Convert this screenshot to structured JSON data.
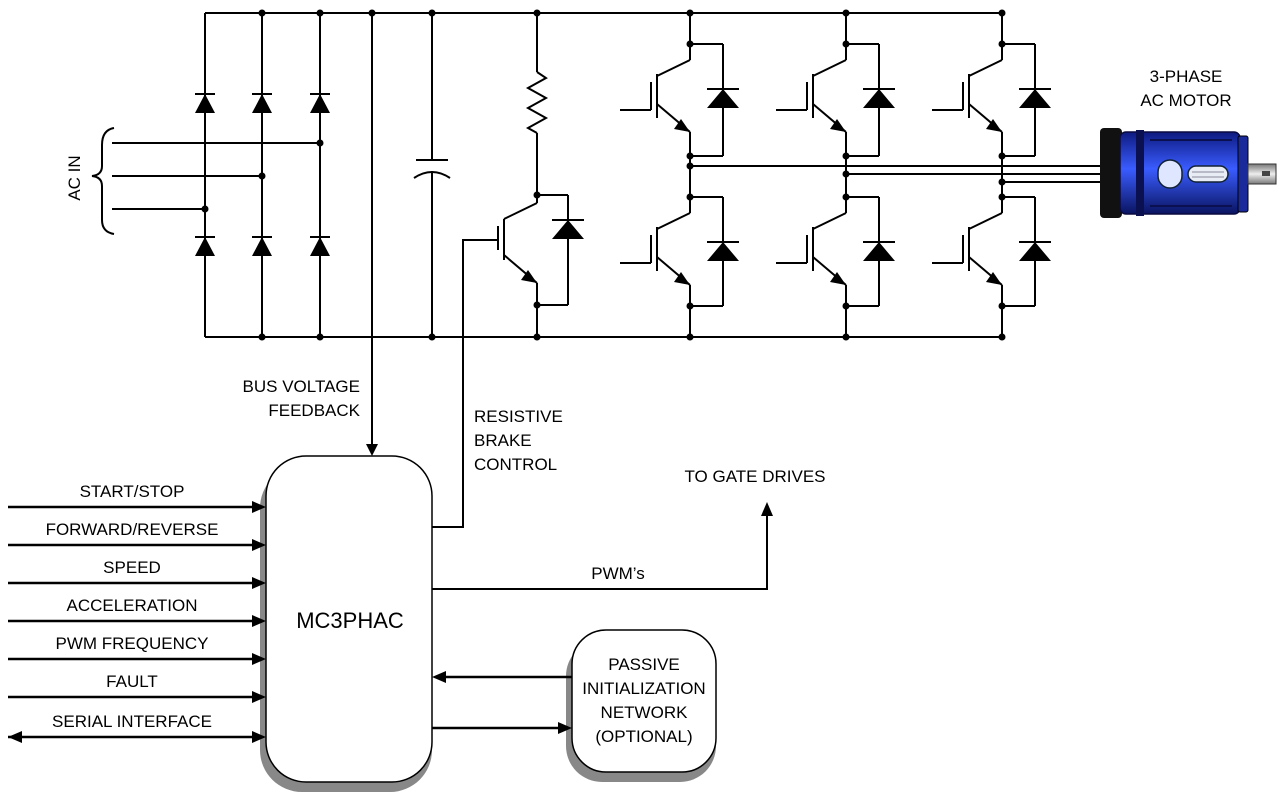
{
  "labels": {
    "ac_in": "AC IN",
    "motor_line1": "3-PHASE",
    "motor_line2": "AC MOTOR",
    "bus_voltage_line1": "BUS VOLTAGE",
    "bus_voltage_line2": "FEEDBACK",
    "brake_line1": "RESISTIVE",
    "brake_line2": "BRAKE",
    "brake_line3": "CONTROL",
    "gate_drives": "TO GATE DRIVES",
    "pwms": "PWM’s",
    "controller": "MC3PHAC",
    "passive_line1": "PASSIVE",
    "passive_line2": "INITIALIZATION",
    "passive_line3": "NETWORK",
    "passive_line4": "(OPTIONAL)"
  },
  "inputs": [
    "START/STOP",
    "FORWARD/REVERSE",
    "SPEED",
    "ACCELERATION",
    "PWM FREQUENCY",
    "FAULT",
    "SERIAL INTERFACE"
  ],
  "colors": {
    "motor_body": "#1f3fd0",
    "motor_dark": "#0a0a1a",
    "line": "#000000"
  }
}
